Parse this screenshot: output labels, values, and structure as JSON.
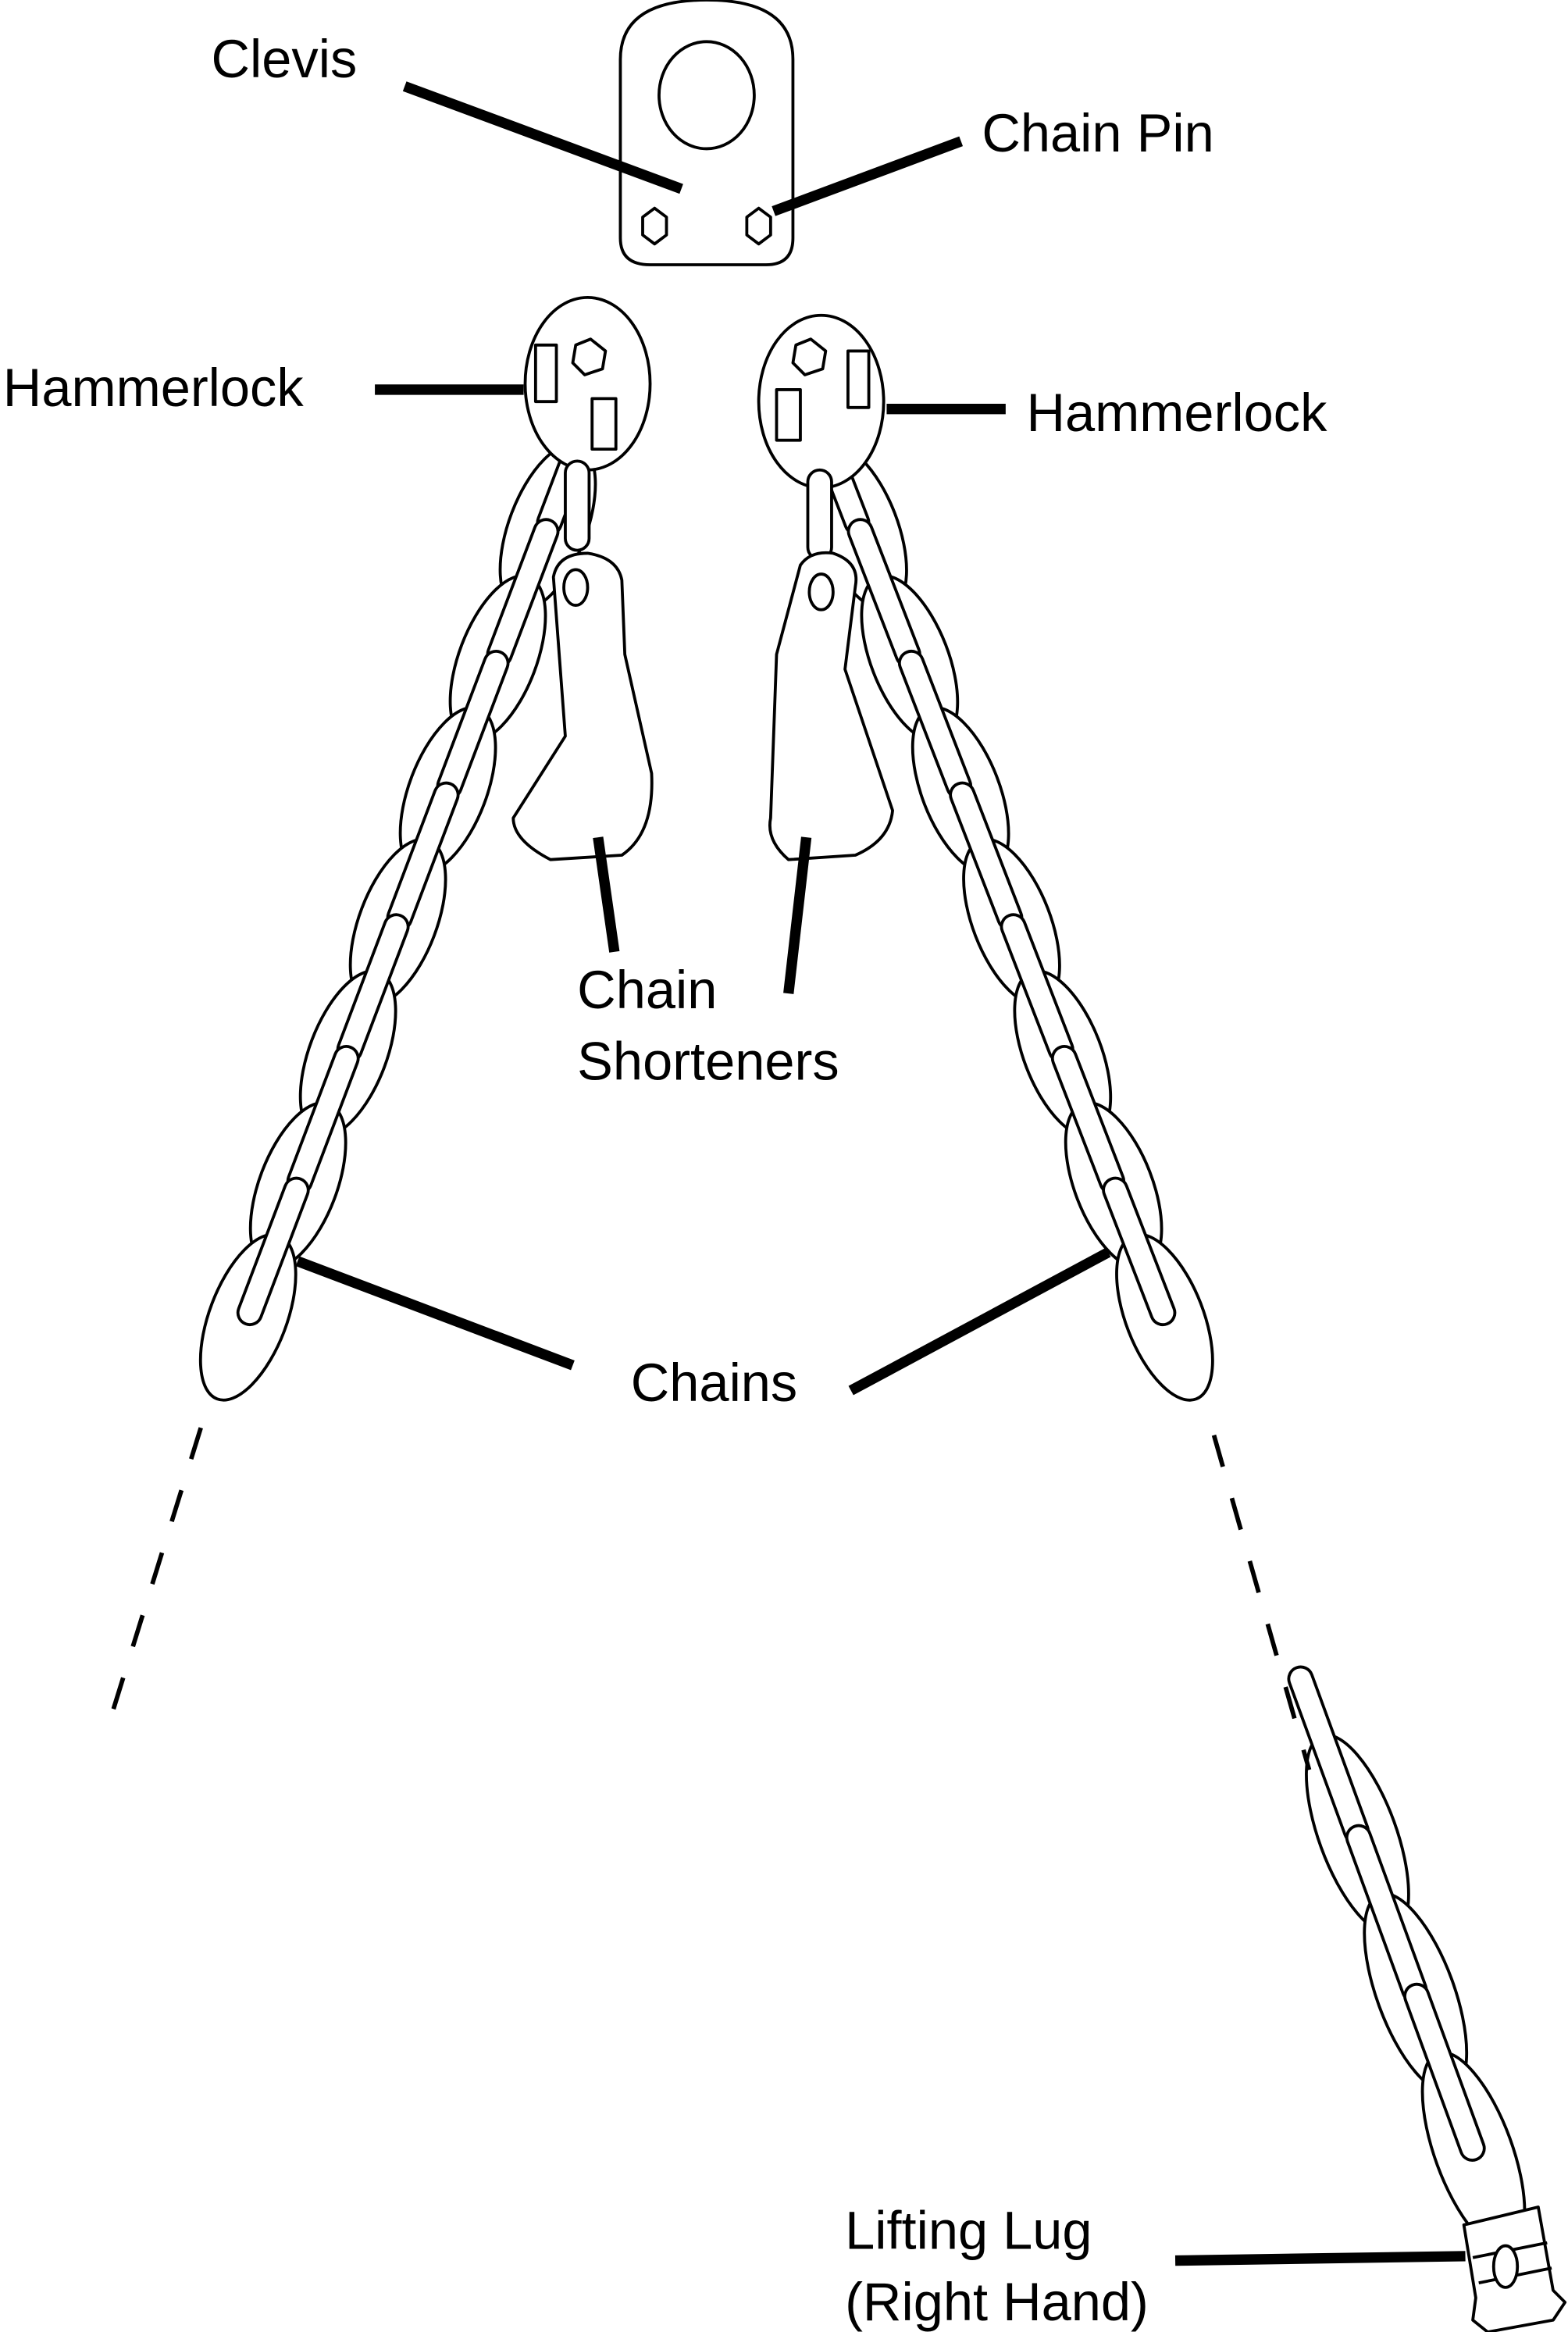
{
  "diagram": {
    "labels": {
      "clevis": "Clevis",
      "chain_pin": "Chain Pin",
      "hammerlock_left": "Hammerlock",
      "hammerlock_right": "Hammerlock",
      "chain_shorteners_line1": "Chain",
      "chain_shorteners_line2": "Shorteners",
      "chains": "Chains",
      "lifting_lug_line1": "Lifting Lug",
      "lifting_lug_line2": "(Right Hand)"
    },
    "colors": {
      "stroke": "#000000",
      "background": "#ffffff"
    }
  }
}
